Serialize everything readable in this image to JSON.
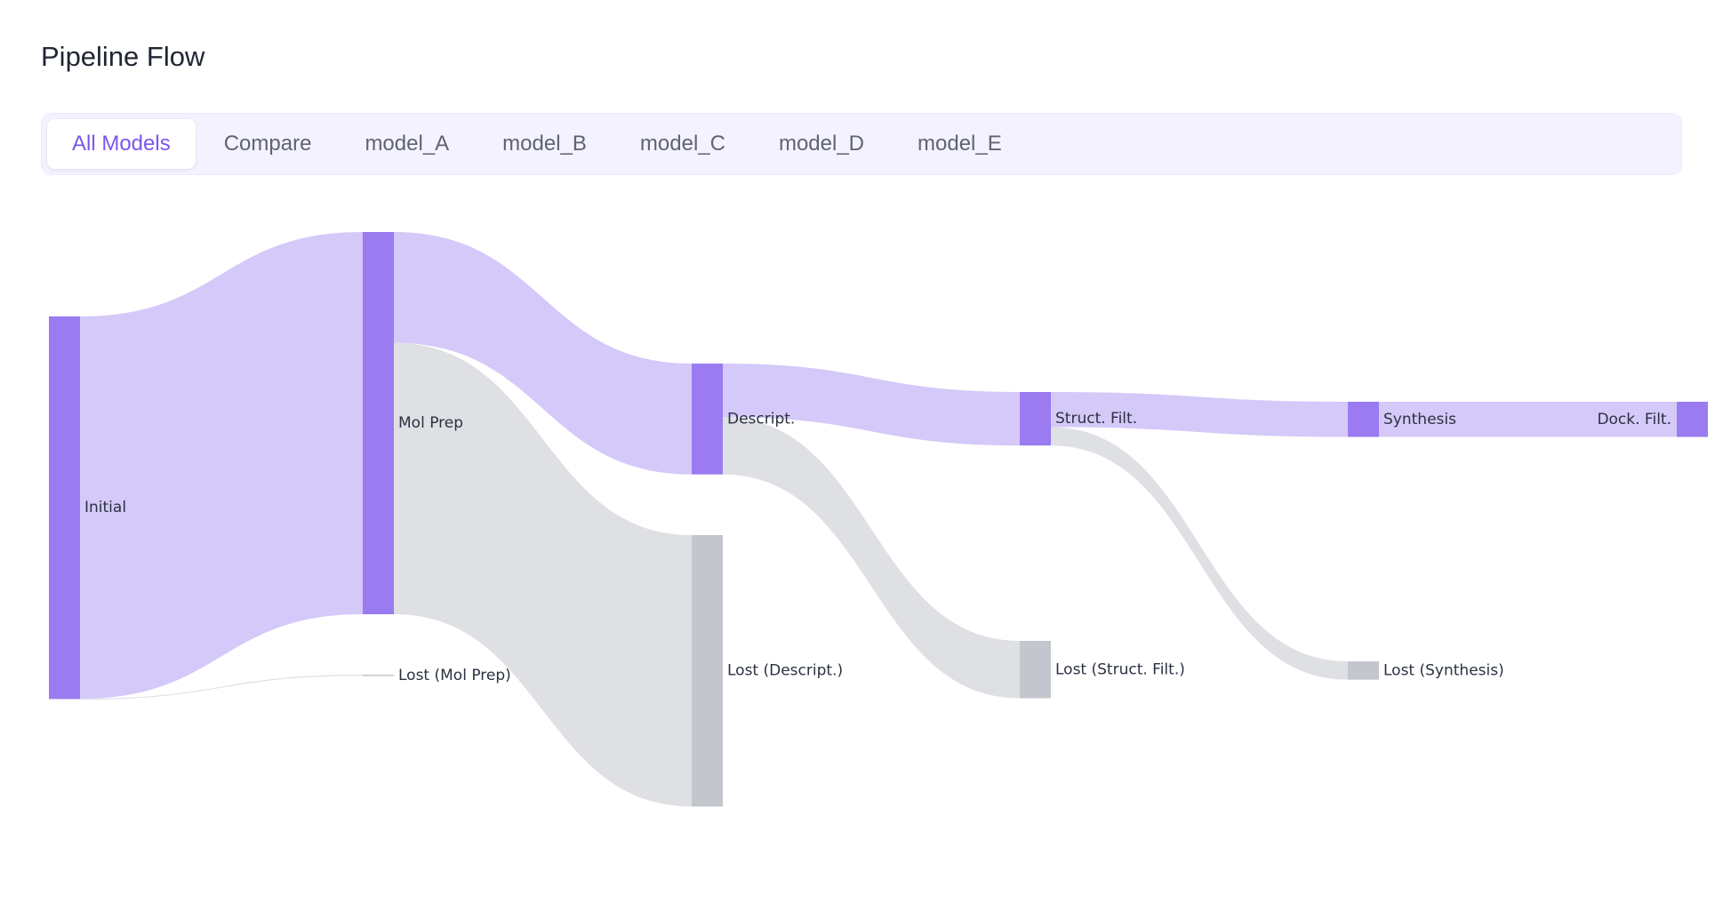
{
  "page": {
    "title": "Pipeline Flow"
  },
  "tabs": [
    {
      "label": "All Models",
      "active": true
    },
    {
      "label": "Compare",
      "active": false
    },
    {
      "label": "model_A",
      "active": false
    },
    {
      "label": "model_B",
      "active": false
    },
    {
      "label": "model_C",
      "active": false
    },
    {
      "label": "model_D",
      "active": false
    },
    {
      "label": "model_E",
      "active": false
    }
  ],
  "colors": {
    "accent": "#7b55ef",
    "node_active": "#9b7bf0",
    "link_active": "#d4c9f8",
    "node_lost": "#c4c6ce",
    "link_lost": "#dfe0e4",
    "tab_bar_bg": "#f4f2fe"
  },
  "chart_data": {
    "type": "sankey",
    "nodes": [
      {
        "id": "initial",
        "label": "Initial",
        "kind": "stage"
      },
      {
        "id": "molprep",
        "label": "Mol Prep",
        "kind": "stage"
      },
      {
        "id": "lost_molprep",
        "label": "Lost (Mol Prep)",
        "kind": "lost"
      },
      {
        "id": "descript",
        "label": "Descript.",
        "kind": "stage"
      },
      {
        "id": "lost_descript",
        "label": "Lost (Descript.)",
        "kind": "lost"
      },
      {
        "id": "structfilt",
        "label": "Struct. Filt.",
        "kind": "stage"
      },
      {
        "id": "lost_structfilt",
        "label": "Lost (Struct. Filt.)",
        "kind": "lost"
      },
      {
        "id": "synthesis",
        "label": "Synthesis",
        "kind": "stage"
      },
      {
        "id": "lost_synthesis",
        "label": "Lost (Synthesis)",
        "kind": "lost"
      },
      {
        "id": "dockfilt",
        "label": "Dock. Filt.",
        "kind": "stage"
      }
    ],
    "links": [
      {
        "source": "initial",
        "target": "molprep",
        "value": 1000
      },
      {
        "source": "initial",
        "target": "lost_molprep",
        "value": 1
      },
      {
        "source": "molprep",
        "target": "descript",
        "value": 290
      },
      {
        "source": "molprep",
        "target": "lost_descript",
        "value": 710
      },
      {
        "source": "descript",
        "target": "structfilt",
        "value": 140
      },
      {
        "source": "descript",
        "target": "lost_structfilt",
        "value": 150
      },
      {
        "source": "structfilt",
        "target": "synthesis",
        "value": 92
      },
      {
        "source": "structfilt",
        "target": "lost_synthesis",
        "value": 48
      },
      {
        "source": "synthesis",
        "target": "dockfilt",
        "value": 92
      }
    ]
  }
}
